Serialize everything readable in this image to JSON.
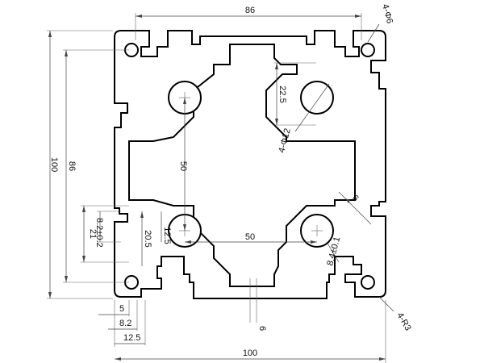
{
  "drawing": {
    "type": "aluminum-extrusion-profile-section",
    "dimensions": {
      "top_width": "86",
      "corner_holes": "4-Φ6",
      "right_upper": "22.5",
      "center_holes": "4-Φ12",
      "left_height": "100",
      "left_inner": "86",
      "middle_vertical": "50",
      "right_slot": "6",
      "left_slot_a": "8.2±0.2",
      "left_slot_b": "21",
      "left_slot_c": "20.5",
      "left_slot_d": "12.5",
      "middle_horizontal": "50",
      "slot_tol": "8.4±0.1",
      "bottom_5": "5",
      "bottom_8_2": "8.2",
      "bottom_12_5": "12.5",
      "bottom_width": "100",
      "bottom_6": "6",
      "corner_radius": "4-R3"
    }
  }
}
